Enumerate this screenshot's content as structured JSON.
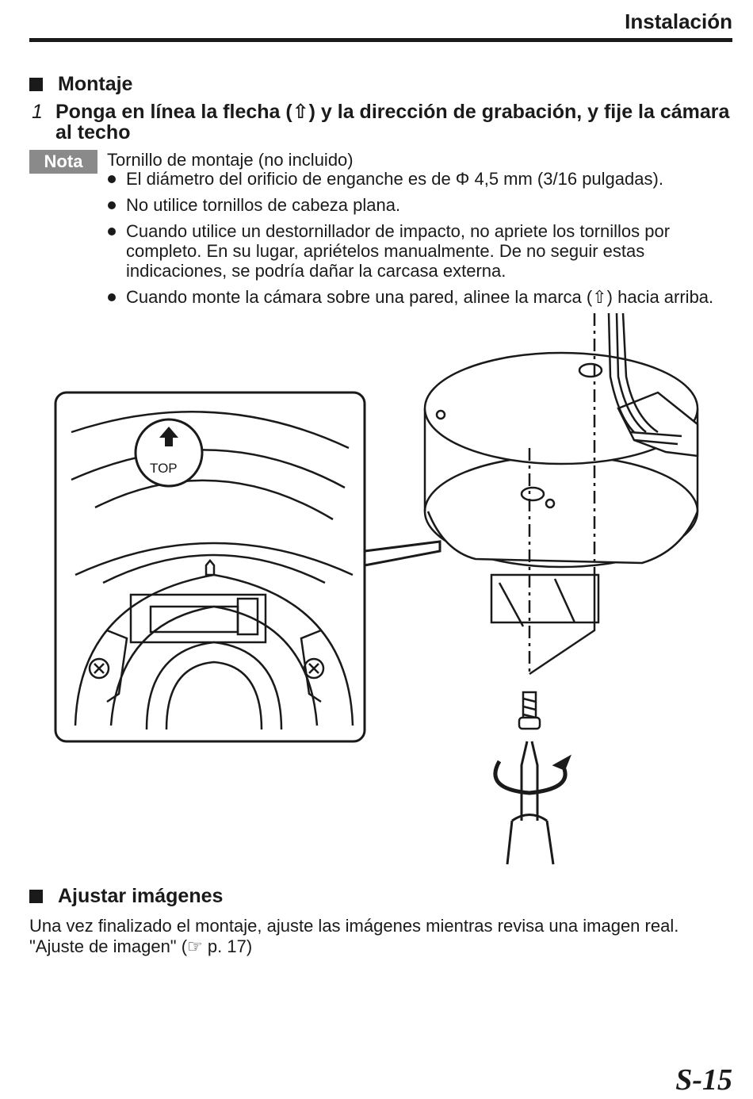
{
  "header": {
    "title": "Instalación"
  },
  "montaje": {
    "heading": "Montaje",
    "step_number": "1",
    "step_text": "Ponga en línea la flecha (⇧) y la dirección de grabación, y fije la cámara al techo"
  },
  "note": {
    "badge": "Nota",
    "title": "Tornillo de montaje (no incluido)",
    "items": [
      "El diámetro del orificio de enganche es de Φ 4,5 mm (3/16 pulgadas).",
      "No utilice tornillos de cabeza plana.",
      "Cuando utilice un destornillador de impacto, no apriete los tornillos por completo. En su lugar, apriételos manualmente. De no seguir estas indicaciones, se podría dañar la carcasa externa.",
      "Cuando monte la cámara sobre una pared, alinee la marca (⇧) hacia arriba."
    ]
  },
  "figure": {
    "top_label": "TOP"
  },
  "ajustar": {
    "heading": "Ajustar imágenes",
    "body": "Una vez finalizado el montaje, ajuste las imágenes mientras revisa una imagen real.",
    "reference": "\"Ajuste de imagen\" (☞ p. 17)"
  },
  "footer": {
    "page_number": "S-15"
  }
}
